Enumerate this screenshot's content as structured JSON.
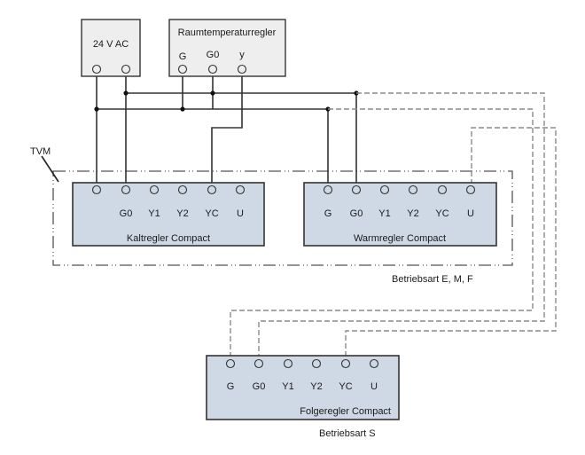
{
  "devices": {
    "power": {
      "title": "24 V AC",
      "terminals": [
        "",
        ""
      ]
    },
    "room": {
      "title": "Raumtemperaturregler",
      "terminals": [
        "G",
        "G0",
        "y"
      ]
    },
    "kalt": {
      "title": "Kaltregler Compact",
      "terminals": [
        "",
        "G0",
        "Y1",
        "Y2",
        "YC",
        "U"
      ]
    },
    "warm": {
      "title": "Warmregler Compact",
      "terminals": [
        "G",
        "G0",
        "Y1",
        "Y2",
        "YC",
        "U"
      ]
    },
    "folge": {
      "title": "Folgeregler Compact",
      "terminals": [
        "G",
        "G0",
        "Y1",
        "Y2",
        "YC",
        "U"
      ]
    }
  },
  "labels": {
    "tvm": "TVM",
    "mode_emf": "Betriebsart E, M, F",
    "mode_s": "Betriebsart S"
  },
  "colors": {
    "controller_fill": "#cfd9e6",
    "source_fill": "#eeeeee"
  }
}
